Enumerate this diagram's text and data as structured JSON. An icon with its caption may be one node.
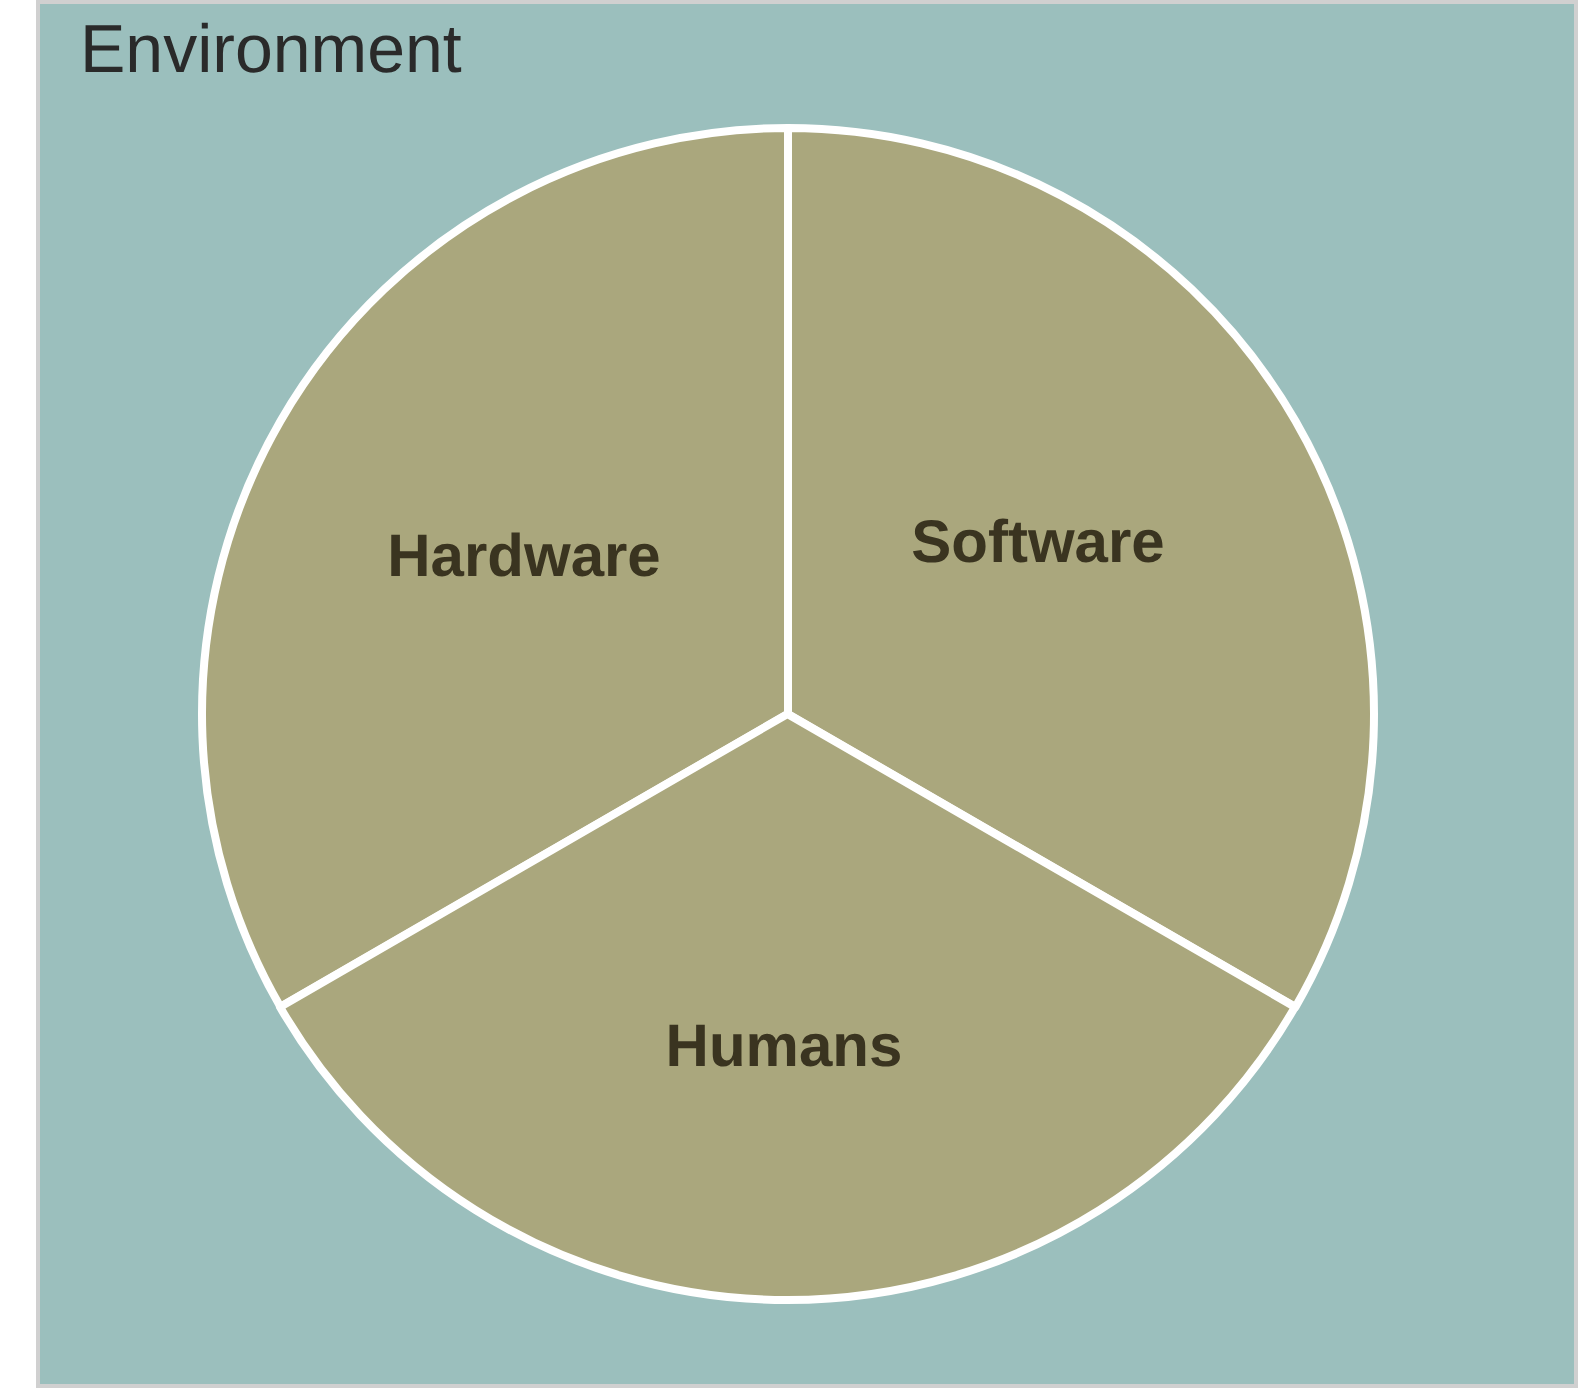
{
  "diagram": {
    "nodes": [
      {
        "text": [
          "Environment"
        ]
      },
      {
        "text": [
          "Hardware"
        ],
        "in": 0
      },
      {
        "text": [
          "Software"
        ],
        "in": 0
      },
      {
        "text": [
          "Humans"
        ],
        "in": 0
      }
    ]
  }
}
